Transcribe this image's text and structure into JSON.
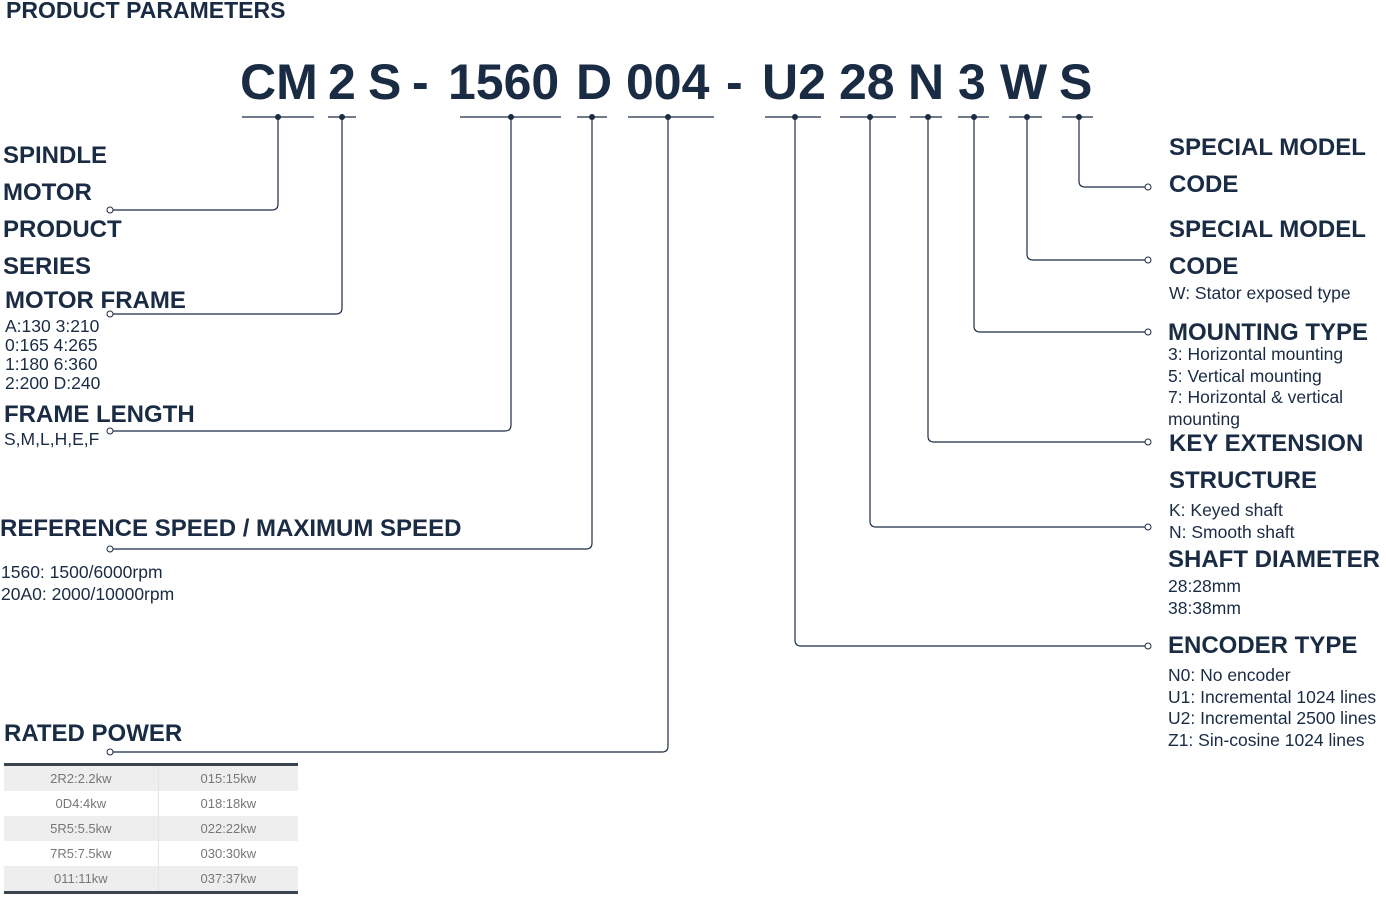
{
  "title": "PRODUCT PARAMETERS",
  "code": {
    "cm": "CM",
    "frame": "2",
    "series": "S",
    "dash1": "-",
    "length": "1560",
    "speed": "D",
    "power": "004",
    "dash2": "-",
    "encoder": "U2",
    "diameter": "28",
    "key": "N",
    "mount": "3",
    "stator": "W",
    "special": "S"
  },
  "left": {
    "spindle": {
      "lines": [
        "SPINDLE",
        "MOTOR",
        "PRODUCT",
        "SERIES"
      ]
    },
    "frame": {
      "heading": "MOTOR FRAME",
      "lines": [
        "A:130  3:210",
        "0:165  4:265",
        "1:180  6:360",
        "2:200  D:240"
      ]
    },
    "length": {
      "heading": "FRAME LENGTH",
      "lines": [
        "S,M,L,H,E,F"
      ]
    },
    "speed": {
      "heading": "REFERENCE SPEED / MAXIMUM SPEED",
      "lines": [
        "1560:   1500/6000rpm",
        "20A0:   2000/10000rpm"
      ]
    },
    "power": {
      "heading": "RATED POWER"
    }
  },
  "right": {
    "special1": {
      "lines": [
        "SPECIAL MODEL",
        "CODE"
      ]
    },
    "special2": {
      "lines": [
        "SPECIAL MODEL",
        "CODE"
      ],
      "desc": [
        "W: Stator exposed type"
      ]
    },
    "mounting": {
      "heading": "MOUNTING TYPE",
      "desc": [
        "3: Horizontal mounting",
        "5: Vertical mounting",
        "7: Horizontal & vertical",
        "mounting"
      ]
    },
    "key": {
      "lines": [
        "KEY EXTENSION",
        "STRUCTURE"
      ],
      "desc": [
        "K: Keyed shaft",
        "N: Smooth shaft"
      ]
    },
    "shaft": {
      "heading": "SHAFT DIAMETER",
      "desc": [
        "28:28mm",
        "38:38mm"
      ]
    },
    "encoder": {
      "heading": "ENCODER TYPE",
      "desc": [
        "N0: No encoder",
        "U1: Incremental 1024 lines",
        "U2: Incremental 2500 lines",
        "Z1: Sin-cosine 1024 lines"
      ]
    }
  },
  "power_table": {
    "rows": [
      [
        "2R2:2.2kw",
        "015:15kw"
      ],
      [
        "0D4:4kw",
        "018:18kw"
      ],
      [
        "5R5:5.5kw",
        "022:22kw"
      ],
      [
        "7R5:7.5kw",
        "030:30kw"
      ],
      [
        "011:11kw",
        "037:37kw"
      ]
    ]
  },
  "colors": {
    "text": "#1a2b44",
    "line": "#1a2b44",
    "table_text": "#777777",
    "table_border": "#3a4450"
  }
}
